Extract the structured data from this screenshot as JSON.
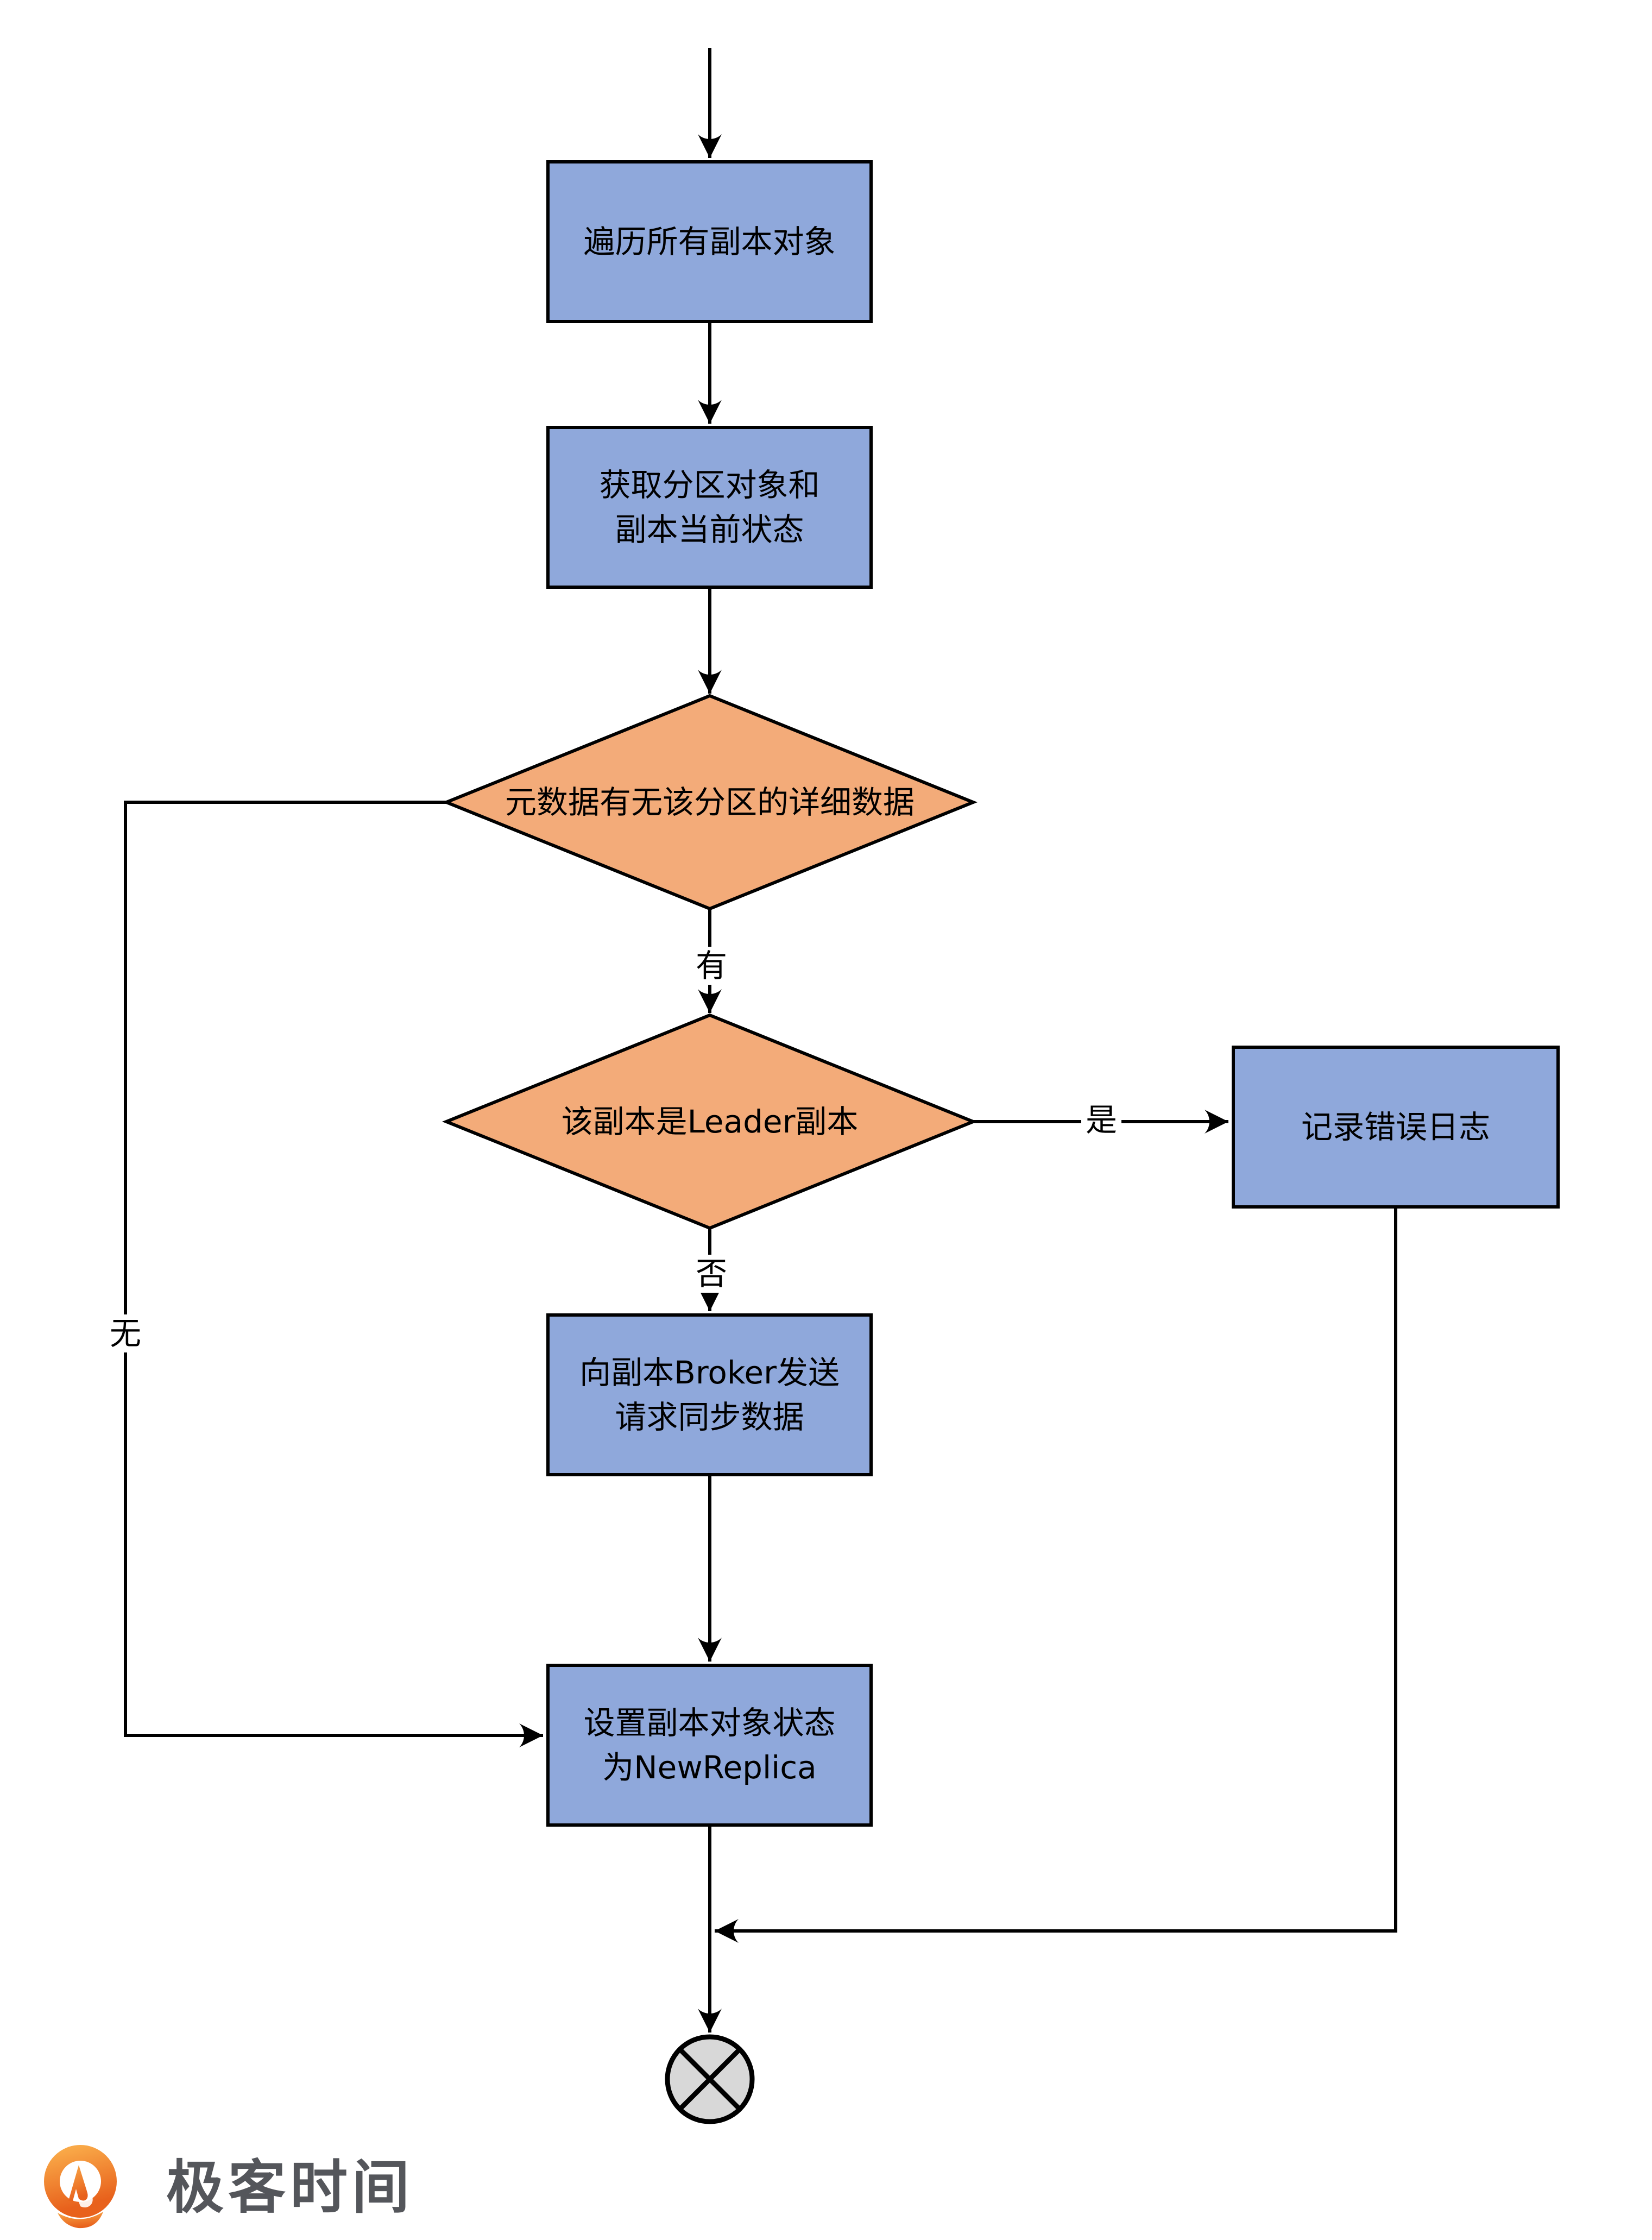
{
  "flow": {
    "nodes": {
      "iterate": {
        "label": "遍历所有副本对象",
        "type": "process"
      },
      "get_state": {
        "label": "获取分区对象和\n副本当前状态",
        "type": "process"
      },
      "meta_check": {
        "label": "元数据有无该分区的详细数据",
        "type": "decision"
      },
      "leader_check": {
        "label": "该副本是Leader副本",
        "type": "decision"
      },
      "log_error": {
        "label": "记录错误日志",
        "type": "process"
      },
      "send_sync": {
        "label": "向副本Broker发送\n请求同步数据",
        "type": "process"
      },
      "set_state": {
        "label": "设置副本对象状态\n为NewReplica",
        "type": "process"
      }
    },
    "edge_labels": {
      "has": "有",
      "none": "无",
      "yes": "是",
      "no": "否"
    },
    "terminator": "circle-cross-end"
  },
  "logo": {
    "text": "极客时间"
  },
  "colors": {
    "process_fill": "#8FA8DB",
    "decision_fill": "#F3AB79",
    "stroke": "#000000",
    "terminator_fill": "#D8D8D8",
    "logo_text": "#54565B",
    "logo_orange_light": "#F9A948",
    "logo_orange_dark": "#E8611C"
  }
}
